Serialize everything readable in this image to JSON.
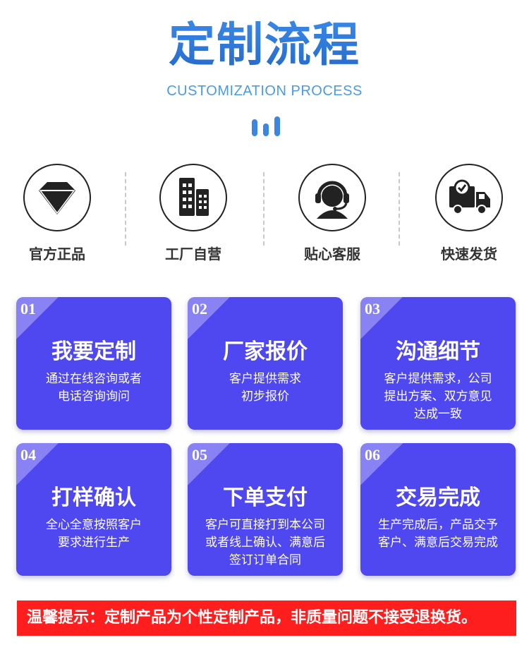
{
  "header": {
    "title": "定制流程",
    "subtitle": "CUSTOMIZATION PROCESS"
  },
  "features": [
    {
      "label": "官方正品",
      "icon": "diamond-icon"
    },
    {
      "label": "工厂自营",
      "icon": "factory-buildings-icon"
    },
    {
      "label": "贴心客服",
      "icon": "customer-service-headset-icon"
    },
    {
      "label": "快速发货",
      "icon": "delivery-truck-icon"
    }
  ],
  "steps": [
    {
      "num": "01",
      "title": "我要定制",
      "desc": [
        "通过在线咨询或者",
        "电话咨询询问"
      ]
    },
    {
      "num": "02",
      "title": "厂家报价",
      "desc": [
        "客户提供需求",
        "初步报价"
      ]
    },
    {
      "num": "03",
      "title": "沟通细节",
      "desc": [
        "客户提供需求，公司",
        "提出方案、双方意见",
        "达成一致"
      ]
    },
    {
      "num": "04",
      "title": "打样确认",
      "desc": [
        "全心全意按照客户",
        "要求进行生产"
      ]
    },
    {
      "num": "05",
      "title": "下单支付",
      "desc": [
        "客户可直接打到本公司",
        "或者线上确认、满意后",
        "签订订单合同"
      ]
    },
    {
      "num": "06",
      "title": "交易完成",
      "desc": [
        "生产完成后，产品交予",
        "客户、满意后交易完成"
      ]
    }
  ],
  "notice": {
    "text": "温馨提示：定制产品为个性定制产品，非质量问题不接受退换货。"
  },
  "colors": {
    "title_blue": "#2e7fdc",
    "card_purple": "#4f47ef",
    "notice_red": "#ff1e1e"
  }
}
